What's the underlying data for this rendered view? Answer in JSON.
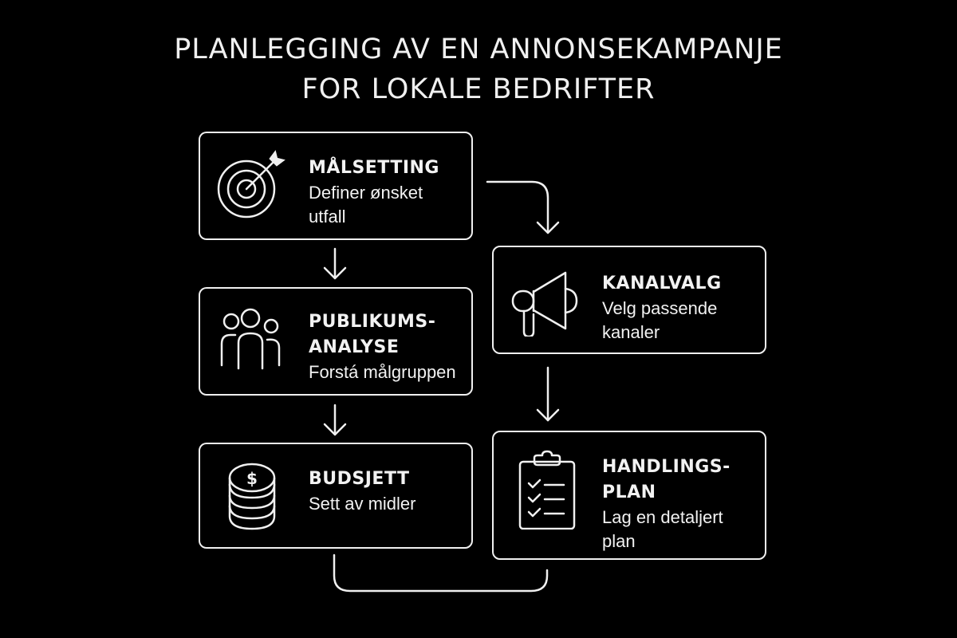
{
  "title": {
    "line1": "PLANLEGGING AV EN ANNONSEKAMPANJE",
    "line2": "FOR LOKALE BEDRIFTER"
  },
  "colors": {
    "background": "#000000",
    "foreground": "#f0f0f0"
  },
  "steps": [
    {
      "id": "malsetting",
      "icon": "target-icon",
      "heading": "MÅLSETTING",
      "description": "Definer ønsket\nutfall"
    },
    {
      "id": "publikumsanalyse",
      "icon": "people-icon",
      "heading": "PUBLIKUMS-\nANALYSE",
      "description": "Forstá målgruppen"
    },
    {
      "id": "budsjett",
      "icon": "coins-icon",
      "heading": "BUDSJETT",
      "description": "Sett av midler"
    },
    {
      "id": "kanalvalg",
      "icon": "megaphone-icon",
      "heading": "KANALVALG",
      "description": "Velg passende\nkanaler"
    },
    {
      "id": "handlingsplan",
      "icon": "clipboard-checklist-icon",
      "heading": "HANDLINGS-\nPLAN",
      "description": "Lag en detaljert\nplan"
    }
  ],
  "connectors": [
    {
      "from": "malsetting",
      "to": "publikumsanalyse",
      "type": "arrow-down"
    },
    {
      "from": "publikumsanalyse",
      "to": "budsjett",
      "type": "arrow-down"
    },
    {
      "from": "malsetting",
      "to": "kanalvalg",
      "type": "elbow-arrow"
    },
    {
      "from": "kanalvalg",
      "to": "handlingsplan",
      "type": "arrow-down"
    },
    {
      "from": "budsjett",
      "to": "handlingsplan",
      "type": "bracket-line"
    }
  ]
}
